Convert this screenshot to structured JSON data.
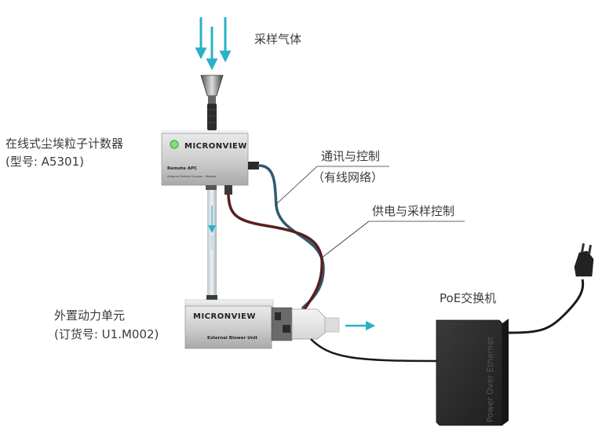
{
  "labels": {
    "sample_gas": "采样气体",
    "counter_name": "在线式尘埃粒子计数器",
    "counter_model": "(型号: A5301)",
    "comm_control": "通讯与控制",
    "comm_network": "（有线网络）",
    "power_sampling": "供电与采样控制",
    "blower_name": "外置动力单元",
    "blower_order": "(订货号: U1.M002)",
    "poe_switch": "PoE交换机"
  },
  "devices": {
    "brand": "MICRONVIEW",
    "counter_model_text": "Remote APC",
    "counter_subtext": "Airborne Particle Counter - Remote",
    "blower_unit_text": "External Blower Unit",
    "switch_text": "Power Over Ethernet"
  },
  "colors": {
    "airflow_arrow": "#2ab0c8",
    "comm_cable": "#2e5b6e",
    "power_cable": "#5a1f1f",
    "switch_body": "#2a2a2a"
  }
}
